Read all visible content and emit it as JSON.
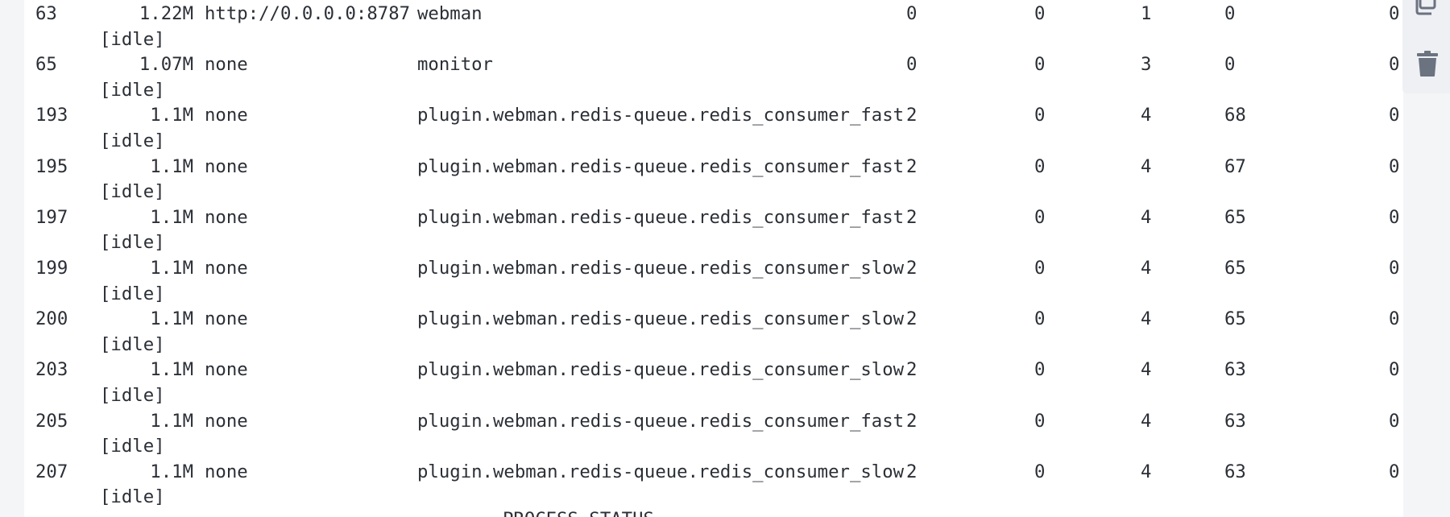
{
  "process_rows": [
    {
      "pid": "63",
      "memory": "1.22M",
      "listening": "http://0.0.0.0:8787",
      "worker_name": "webman",
      "connections": "0",
      "send_fail": "0",
      "timers": "1",
      "total_request": "0",
      "qps": "0",
      "status": "[idle]"
    },
    {
      "pid": "65",
      "memory": "1.07M",
      "listening": "none",
      "worker_name": "monitor",
      "connections": "0",
      "send_fail": "0",
      "timers": "3",
      "total_request": "0",
      "qps": "0",
      "status": "[idle]"
    },
    {
      "pid": "193",
      "memory": "1.1M",
      "listening": "none",
      "worker_name": "plugin.webman.redis-queue.redis_consumer_fast",
      "connections": "2",
      "send_fail": "0",
      "timers": "4",
      "total_request": "68",
      "qps": "0",
      "status": "[idle]"
    },
    {
      "pid": "195",
      "memory": "1.1M",
      "listening": "none",
      "worker_name": "plugin.webman.redis-queue.redis_consumer_fast",
      "connections": "2",
      "send_fail": "0",
      "timers": "4",
      "total_request": "67",
      "qps": "0",
      "status": "[idle]"
    },
    {
      "pid": "197",
      "memory": "1.1M",
      "listening": "none",
      "worker_name": "plugin.webman.redis-queue.redis_consumer_fast",
      "connections": "2",
      "send_fail": "0",
      "timers": "4",
      "total_request": "65",
      "qps": "0",
      "status": "[idle]"
    },
    {
      "pid": "199",
      "memory": "1.1M",
      "listening": "none",
      "worker_name": "plugin.webman.redis-queue.redis_consumer_slow",
      "connections": "2",
      "send_fail": "0",
      "timers": "4",
      "total_request": "65",
      "qps": "0",
      "status": "[idle]"
    },
    {
      "pid": "200",
      "memory": "1.1M",
      "listening": "none",
      "worker_name": "plugin.webman.redis-queue.redis_consumer_slow",
      "connections": "2",
      "send_fail": "0",
      "timers": "4",
      "total_request": "65",
      "qps": "0",
      "status": "[idle]"
    },
    {
      "pid": "203",
      "memory": "1.1M",
      "listening": "none",
      "worker_name": "plugin.webman.redis-queue.redis_consumer_slow",
      "connections": "2",
      "send_fail": "0",
      "timers": "4",
      "total_request": "63",
      "qps": "0",
      "status": "[idle]"
    },
    {
      "pid": "205",
      "memory": "1.1M",
      "listening": "none",
      "worker_name": "plugin.webman.redis-queue.redis_consumer_fast",
      "connections": "2",
      "send_fail": "0",
      "timers": "4",
      "total_request": "63",
      "qps": "0",
      "status": "[idle]"
    },
    {
      "pid": "207",
      "memory": "1.1M",
      "listening": "none",
      "worker_name": "plugin.webman.redis-queue.redis_consumer_slow",
      "connections": "2",
      "send_fail": "0",
      "timers": "4",
      "total_request": "63",
      "qps": "0",
      "status": "[idle]"
    }
  ],
  "section_heading": "PROCESS STATUS",
  "toolbar": {
    "copy_icon": "copy-icon",
    "delete_icon": "trash-icon"
  },
  "colors": {
    "text": "#2b2f36",
    "code_background": "#ffffff",
    "page_background": "#f4f5f7",
    "toolbar_background": "#eef0f3",
    "icon": "#6b7280"
  }
}
